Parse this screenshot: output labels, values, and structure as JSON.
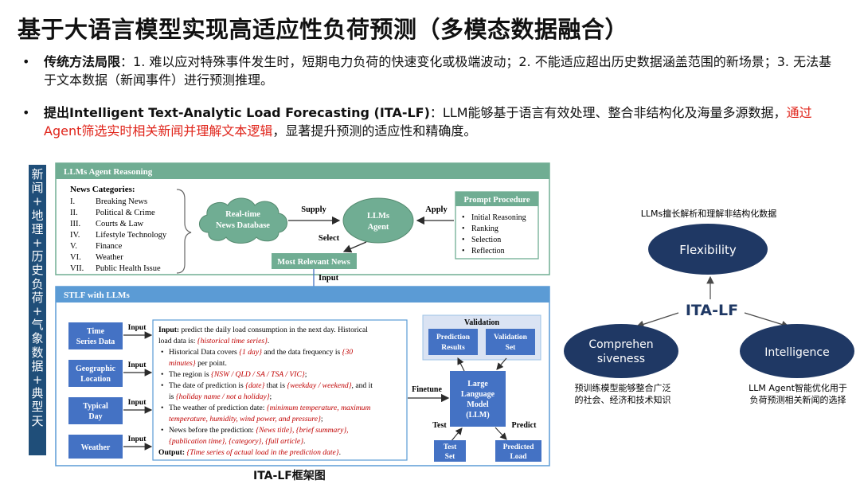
{
  "title": "基于大语言模型实现高适应性负荷预测（多模态数据融合）",
  "bullets": {
    "b1_bold": "传统方法局限",
    "b1_rest": "：1. 难以应对特殊事件发生时，短期电力负荷的快速变化或极端波动；2. 不能适应超出历史数据涵盖范围的新场景；3. 无法基于文本数据（新闻事件）进行预测推理。",
    "b2_bold": "提出Intelligent Text-Analytic Load Forecasting (ITA-LF)",
    "b2_mid": "：LLM能够基于语言有效处理、整合非结构化及海量多源数据，",
    "b2_red": "通过Agent筛选实时相关新闻并理解文本逻辑",
    "b2_end": "，显著提升预测的适应性和精确度。"
  },
  "side_label": [
    "新",
    "闻",
    "+",
    "地",
    "理",
    "+",
    "历",
    "史",
    "负",
    "荷",
    "+",
    "气",
    "象",
    "数",
    "据",
    "+",
    "典",
    "型",
    "天"
  ],
  "diagram": {
    "agent_header": "LLMs Agent Reasoning",
    "news_cat_title": "News Categories:",
    "news_numerals": [
      "I.",
      "II.",
      "III.",
      "IV.",
      "V.",
      "VI.",
      "VII."
    ],
    "news_items": [
      "Breaking News",
      "Political & Crime",
      "Courts & Law",
      "Lifestyle Technology",
      "Finance",
      "Weather",
      "Public Health Issue"
    ],
    "cloud_line1": "Real-time",
    "cloud_line2": "News Database",
    "supply": "Supply",
    "agent_line1": "LLMs",
    "agent_line2": "Agent",
    "apply": "Apply",
    "prompt_title": "Prompt Procedure",
    "prompt_items": [
      "Initial Reasoning",
      "Ranking",
      "Selection",
      "Reflection"
    ],
    "select": "Select",
    "most_relevant": "Most Relevant News",
    "input_label": "Input",
    "stlf_header": "STLF with LLMs",
    "left_boxes": [
      {
        "l1": "Time",
        "l2": "Series Data"
      },
      {
        "l1": "Geographic",
        "l2": "Location"
      },
      {
        "l1": "Typical",
        "l2": "Day"
      },
      {
        "l1": "Weather",
        "l2": ""
      }
    ],
    "input_arrow": "Input",
    "prompt_lines": {
      "l1_bold": "Input:",
      "l1": " predict the daily load consumption in the next day. Historical",
      "l2": "load data is: ",
      "l2_i": "{historical time series}",
      "l2_e": ".",
      "l3": "Historical Data covers ",
      "l3_i": "{1 day}",
      "l3_m": " and the data frequency is ",
      "l3_i2": "{30",
      "l4_i": "minutes}",
      "l4": " per point.",
      "l5": "The region is ",
      "l5_i": "{NSW / QLD / SA / TSA / VIC}",
      "l5_e": ";",
      "l6": "The date of prediction is ",
      "l6_i": "{date}",
      "l6_m": " that is ",
      "l6_i2": "{weekday / weekend}",
      "l6_e": ", and it",
      "l7": "is ",
      "l7_i": "{holiday name / not a holiday}",
      "l7_e": ";",
      "l8": "The weather of prediction date: ",
      "l8_i": "{minimum temperature, maximum",
      "l9_i": "temperature, humidity, wind power, and pressure}",
      "l9_e": ";",
      "l10": "News before the prediction: ",
      "l10_i": "{News title}, {brief summary},",
      "l11_i": "{publication time}, {category}, {full article}",
      "l11_e": ".",
      "l12_bold": "Output:",
      "l12_i": " {Time series of actual load in the prediction date}",
      "l12_e": "."
    },
    "finetune": "Finetune",
    "llm_lines": [
      "Large",
      "Language",
      "Model",
      "(LLM)"
    ],
    "validation": "Validation",
    "pred_results": [
      "Prediction",
      "Results"
    ],
    "val_set": [
      "Validation",
      "Set"
    ],
    "test": "Test",
    "predict": "Predict",
    "test_set": [
      "Test",
      "Set"
    ],
    "pred_load": [
      "Predicted",
      "Load"
    ],
    "caption": "ITA-LF框架图"
  },
  "right": {
    "top_caption": "LLMs擅长解析和理解非结构化数据",
    "flexibility": "Flexibility",
    "center": "ITA-LF",
    "compre_1": "Comprehen",
    "compre_2": "siveness",
    "intelligence": "Intelligence",
    "compre_cap1": "预训练模型能够整合广泛",
    "compre_cap2": "的社会、经济和技术知识",
    "intel_cap1": "LLM Agent智能优化用于",
    "intel_cap2": "负荷预测相关新闻的选择"
  },
  "colors": {
    "navy": "#1f3864",
    "blue": "#4472c4",
    "green": "#70ad93",
    "darkgreen": "#548a6f",
    "red": "#e0251b"
  }
}
